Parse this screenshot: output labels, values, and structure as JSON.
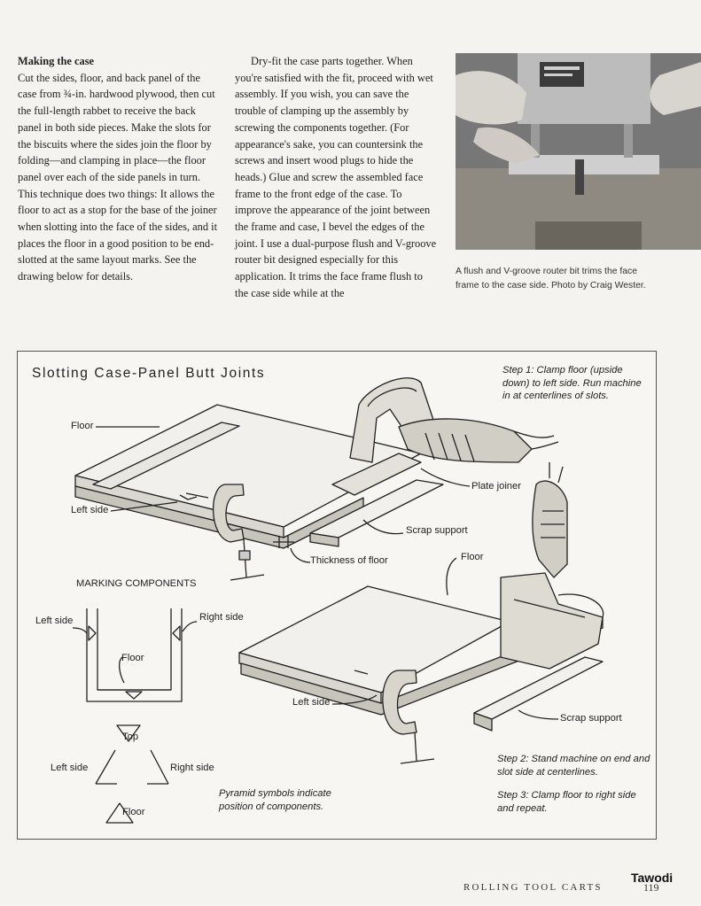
{
  "article": {
    "heading": "Making the case",
    "col1_text": "Cut the sides, floor, and back panel of the case from ¾-in. hardwood plywood, then cut the full-length rabbet to receive the back panel in both side pieces. Make the slots for the biscuits where the sides join the floor by folding—and clamping in place—the floor panel over each of the side panels in turn. This technique does two things: It allows the floor to act as a stop for the base of the joiner when slotting into the face of the sides, and it places the floor in a good position to be end-slotted at the same layout marks. See the drawing below for details.",
    "col2_text": "Dry-fit the case parts together. When you're satisfied with the fit, proceed with wet assembly. If you wish, you can save the trouble of clamping up the assembly by screwing the components together. (For appearance's sake, you can countersink the screws and insert wood plugs to hide the heads.) Glue and screw the assembled face frame to the front edge of the case. To improve the appearance of the joint between the frame and case, I bevel the edges of the joint. I use a dual-purpose flush and V-groove router bit designed especially for this application. It trims the face frame flush to the case side while at the"
  },
  "photo": {
    "caption": "A flush and V-groove router bit trims the face frame to the case side. Photo by Craig Wester."
  },
  "diagram": {
    "title": "Slotting Case-Panel Butt Joints",
    "labels": {
      "floor_top": "Floor",
      "left_side_top": "Left side",
      "plate_joiner": "Plate joiner",
      "scrap_support_top": "Scrap support",
      "thickness_of_floor": "Thickness of floor",
      "floor_bottom": "Floor",
      "left_side_bottom": "Left side",
      "scrap_support_bottom": "Scrap support"
    },
    "steps": {
      "step1": "Step 1: Clamp floor (upside down) to left side. Run machine in at centerlines of slots.",
      "step2": "Step 2: Stand machine on end and slot side at centerlines.",
      "step3": "Step 3: Clamp floor to right side and repeat."
    },
    "marking": {
      "title": "MARKING COMPONENTS",
      "left_side": "Left side",
      "right_side": "Right side",
      "floor": "Floor",
      "pyr_top": "Top",
      "pyr_left": "Left side",
      "pyr_right": "Right side",
      "pyr_floor": "Floor",
      "note": "Pyramid symbols indicate position of components."
    }
  },
  "footer": {
    "running_title": "ROLLING TOOL CARTS",
    "page_number": "119",
    "watermark": "Tawodi"
  }
}
